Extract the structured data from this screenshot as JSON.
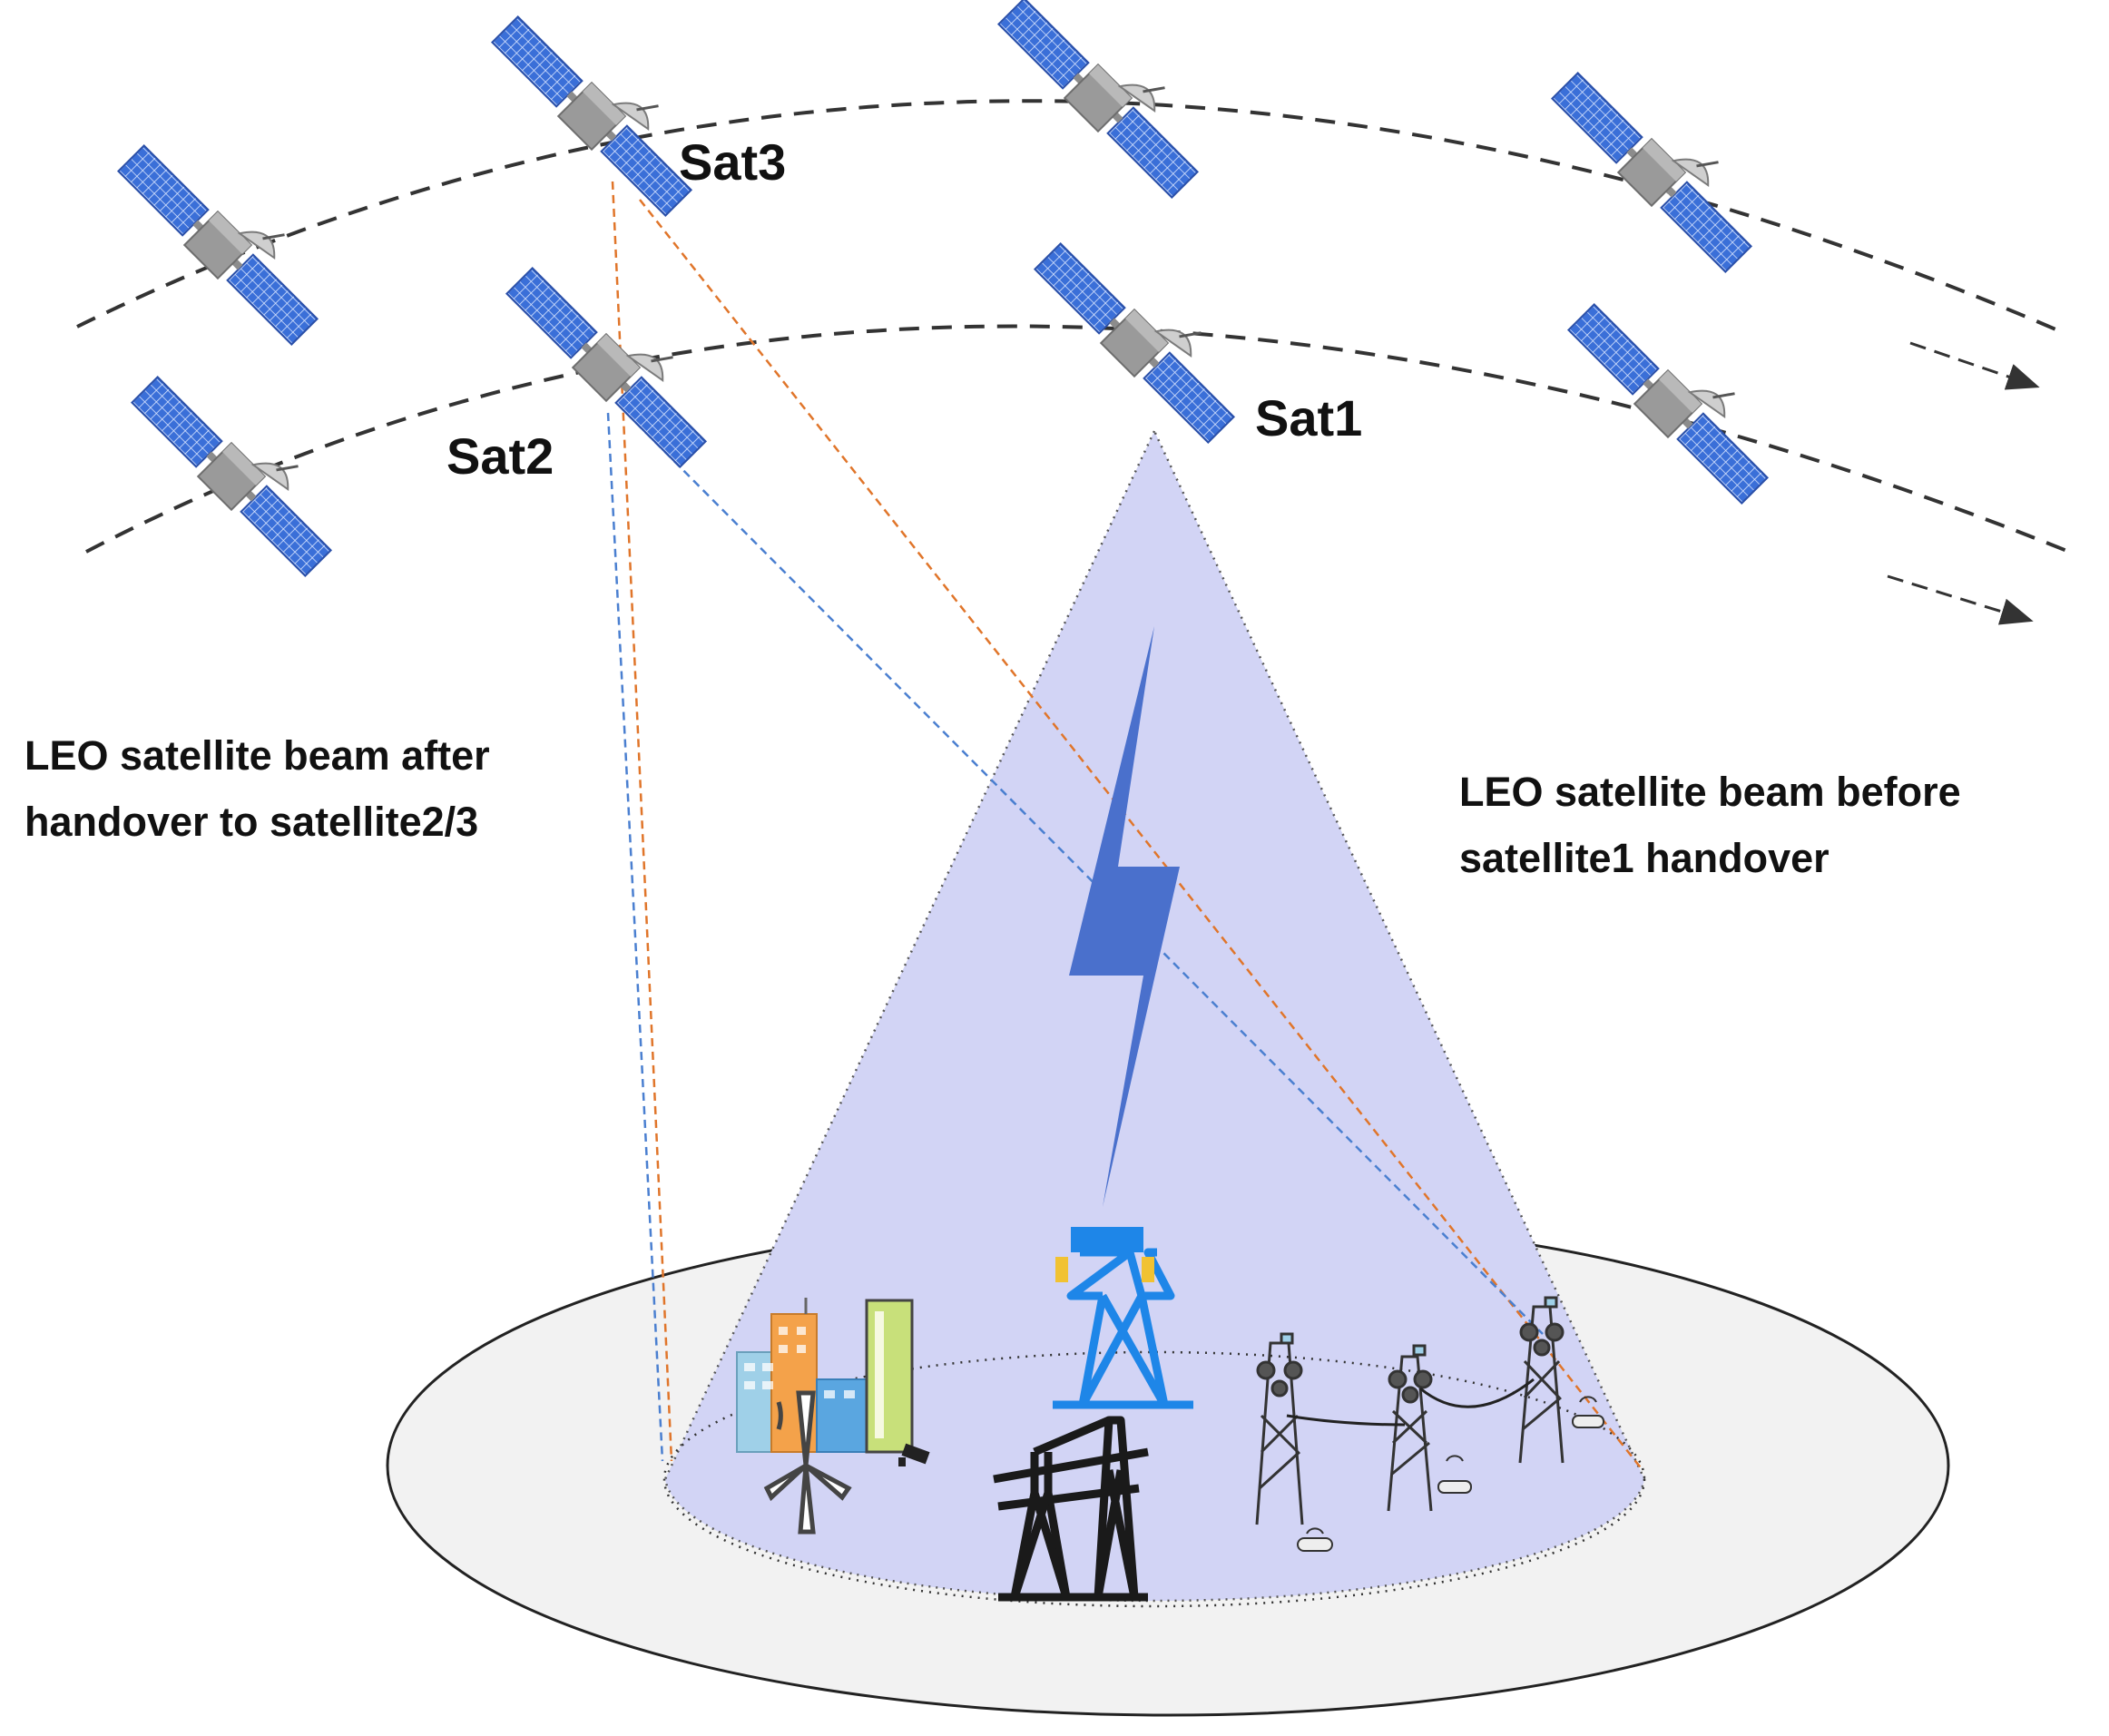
{
  "satellites": {
    "sat1": "Sat1",
    "sat2": "Sat2",
    "sat3": "Sat3"
  },
  "annotations": {
    "after_line1": "LEO satellite beam after",
    "after_line2": "handover to satellite2/3",
    "before_line1": "LEO satellite beam before",
    "before_line2": "satellite1 handover"
  },
  "colors": {
    "beam_fill": "#d2d4f5",
    "ground_fill": "#f2f2f2",
    "lightning": "#4a70cc",
    "tower_blue": "#1e86e8",
    "tower_yellow": "#f1c232",
    "panel_blue": "#3a6fd8",
    "link_orange": "#e0752a",
    "link_blue": "#4a7fd0",
    "orbit": "#333333"
  }
}
